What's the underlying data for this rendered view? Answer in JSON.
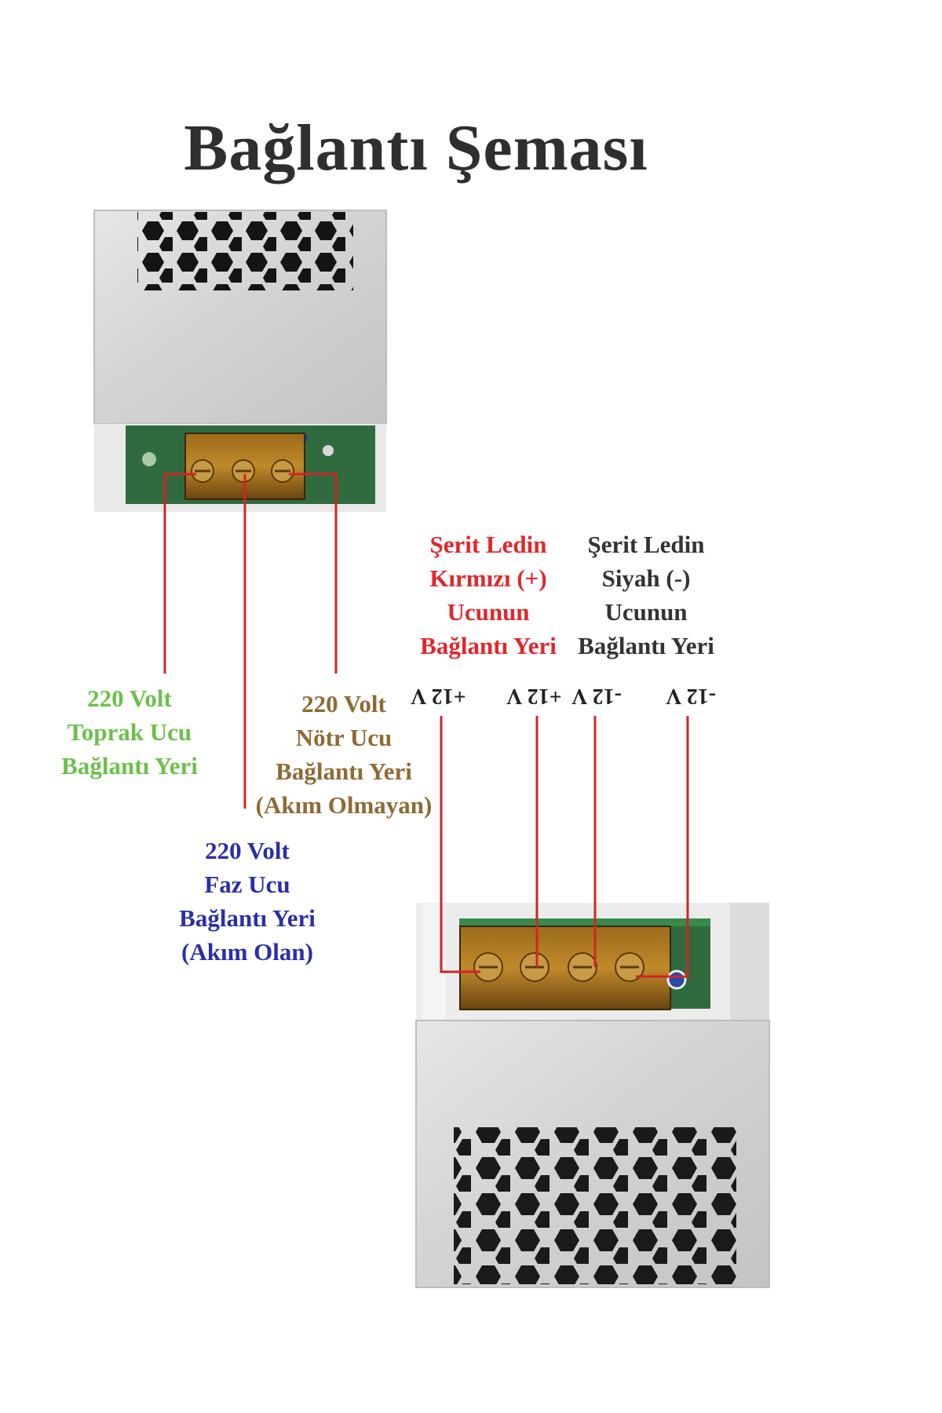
{
  "title": "Bağlantı Şeması",
  "colors": {
    "wire": "#d22424",
    "ground_label": "#6cc04a",
    "phase_label": "#2b2ea8",
    "neutral_label": "#8f6a33",
    "positive_label": "#e2262b",
    "negative_label": "#333333"
  },
  "input_labels": {
    "ground": [
      "220 Volt",
      "Toprak Ucu",
      "Bağlantı Yeri"
    ],
    "neutral": [
      "220 Volt",
      "Nötr Ucu",
      "Bağlantı Yeri",
      "(Akım Olmayan)"
    ],
    "phase": [
      "220 Volt",
      "Faz Ucu",
      "Bağlantı Yeri",
      "(Akım Olan)"
    ]
  },
  "output_labels": {
    "positive": [
      "Şerit Ledin",
      "Kırmızı (+)",
      "Ucunun",
      "Bağlantı Yeri"
    ],
    "negative": [
      "Şerit Ledin",
      "Siyah (-)",
      "Ucunun",
      "Bağlantı Yeri"
    ]
  },
  "terminals": [
    "+12 V",
    "+12 V",
    "-12 V",
    "-12 V"
  ]
}
